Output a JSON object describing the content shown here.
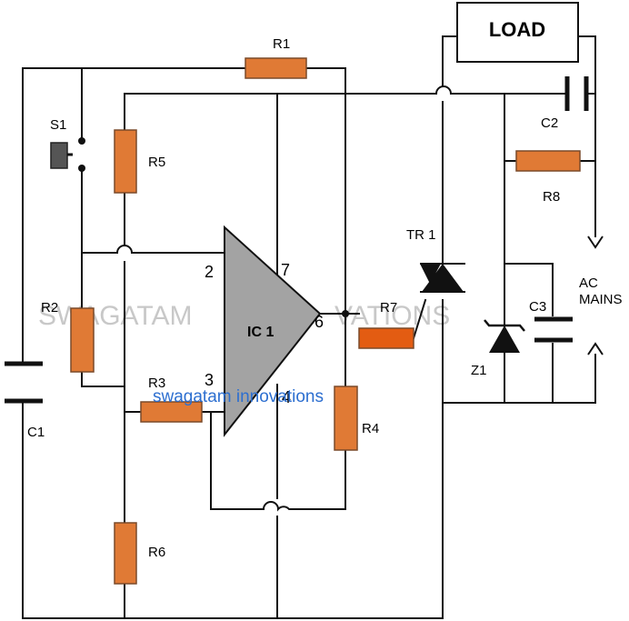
{
  "colors": {
    "wire": "#111111",
    "resistor": "#e07a35",
    "resistor_r7": "#e35c12",
    "resistor_edge": "#7a4a2a",
    "ic_fill": "#a3a3a3",
    "watermark_gray": "#c8c8c8",
    "watermark_blue": "#2d6fd0"
  },
  "labels": {
    "load": "LOAD",
    "r1": "R1",
    "r2": "R2",
    "r3": "R3",
    "r4": "R4",
    "r5": "R5",
    "r6": "R6",
    "r7": "R7",
    "r8": "R8",
    "c1": "C1",
    "c2": "C2",
    "c3": "C3",
    "s1": "S1",
    "z1": "Z1",
    "tr1": "TR 1",
    "ic1": "IC 1",
    "ac_line1": "AC",
    "ac_line2": "MAINS"
  },
  "pins": {
    "p2": "2",
    "p3": "3",
    "p4": "4",
    "p6": "6",
    "p7": "7"
  },
  "watermark": {
    "left": "SWAGATAM",
    "right": "VATIONS",
    "credit": "swagatam innovations"
  }
}
